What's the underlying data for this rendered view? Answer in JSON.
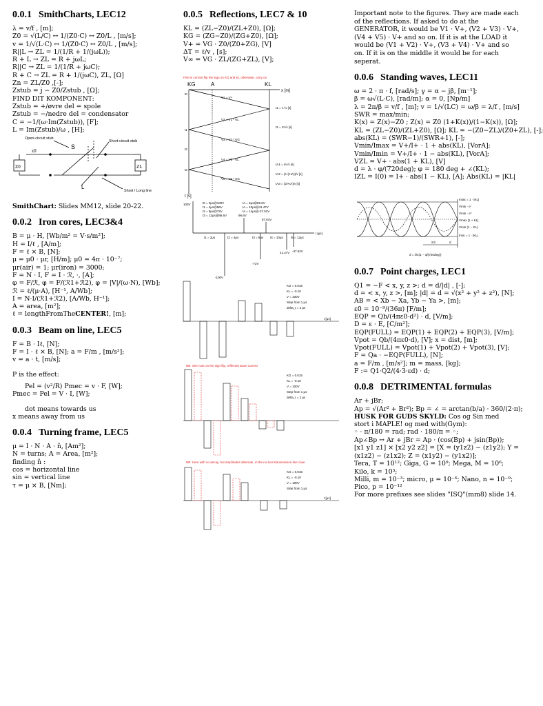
{
  "col1": {
    "s1": {
      "num": "0.0.1",
      "title": "SmithCharts, LEC12",
      "lines": [
        "λ = v/f , [m];",
        "Z0 = √(L/C) ↔ 1/(Z0·C) ↔ Z0/L , [m/s];",
        "v = 1/√(L·C) ↔ 1/(Z0·C) ↔ Z0/L , [m/s];",
        "R||L → ZL = 1/(1/R + 1/(jωL));",
        "R + L → ZL = R + jωL;",
        "R||C → ZL = 1/(1/R + jωC);",
        "R + C → ZL = R + 1/(jωC), ZL, [Ω]",
        "Zn = ZL/Z0 ,[-];",
        "Zstub = j − Z0/Zstub , [Ω];",
        "FIND DIT KOMPONENT:",
        "Zstub = +/øvre del = spole",
        "Zstub = −/nedre del = condensator",
        "C = −1/(ω·Im(Zstub)), [F];",
        "L = Im(Zstub)/ω , [H];"
      ],
      "fig": {
        "open": "Open-circuit stub",
        "short": "Short-circuit stub",
        "s": "S",
        "z0": "z0",
        "zl": "ZL",
        "z0box": "Z0",
        "l": "L",
        "shortlong": "Short / Long line"
      },
      "note_b": "SmithChart:",
      "note": " Slides MM12, slide 20-22."
    },
    "s2": {
      "num": "0.0.2",
      "title": "Iron cores, LEC3&4",
      "lines": [
        "B = μ · H, [Wb/m² = V·s/m²];",
        "H = I/ℓ , [A/m];",
        "F = ℓ × B, [N];",
        "μ = μ0 · μr, [H/m]; μ0 = 4π · 10⁻⁷;",
        "μr(air) = 1; μr(iron) = 3000;",
        "F = N · I, F = I · ℛ, ·, [A];",
        "φ = F/ℛ, φ = F/(ℛ1+ℛ2), φ = |V|/(ω·N), [Wb];",
        "ℛ = ℓ/(μ·A), [H⁻¹, A/Wb];",
        "I = N·I/(ℛ1+ℛ2), [A/Wb, H⁻¹];",
        "A = area, [m²];",
        "ℓ = lengthFromThe",
        "CENTER!",
        ", [m];"
      ]
    },
    "s3": {
      "num": "0.0.3",
      "title": "Beam on line, LEC5",
      "lines": [
        "F = B · Iℓ, [N];",
        "F = I · ℓ × B, [N]; a = F/m , [m/s²];",
        "v = a · t, [m/s];"
      ],
      "p_effect": "P is the effect:",
      "eq1": "Pel = (v²/R) Pmec = v · F, [W];",
      "eq2": "Pmec = Pel = V · I, [W];",
      "dot": "dot means towards us",
      "x": "x means away from us"
    },
    "s4": {
      "num": "0.0.4",
      "title": "Turning frame, LEC5",
      "lines": [
        "μ = I · N · A · n̂, [Am²];",
        "N = turns; A = Area, [m²];",
        "finding n̂ :",
        "cos = horizontal line",
        "sin = vertical line",
        "τ = μ × B, [Nm];"
      ]
    }
  },
  "col2": {
    "s5": {
      "num": "0.0.5",
      "title": "Reflections, LEC7 & 10",
      "lines": [
        "KL = (ZL−Z0)/(ZL+Z0), [Ω];",
        "KG = (ZG−Z0)/(ZG+Z0), [Ω];",
        "V+ = VG · Z0/(Z0+ZG), [V]",
        "ΔT = ℓ/v , [s];",
        "V∞ = VG · ZL/(ZG+ZL), [V];"
      ],
      "fig": {
        "redtitle": "First is current flip the sign on KG and KL otherwise, carry on",
        "kg": "KG",
        "a": "A",
        "kl": "KL",
        "xm": "x [m]",
        "ts": "t [s]",
        "v1": "V1 = V+",
        "v2": "V2 = V1 * KL",
        "v3": "V3 = V2 * KG",
        "v4": "V4 = V3 * KL",
        "v5": "V5 = V4 * KG",
        "t1": "t1 = ℓ / v [s]",
        "t2": "t2 = 2ℓ /v [s]",
        "ta1": "tA1 = tA /v [s]",
        "ta2": "tA2 = (ℓ+(ℓ-tA))/v [s]",
        "ta3": "tA3 = (2ℓ+tA)/v [s]",
        "t0": "t0",
        "t1s": "t1",
        "t2s": "t2",
        "t3s": "t3",
        "t4s": "t4",
        "vlabel": "100V",
        "neg": "-100V",
        "legend_left": [
          "t0 = 0μs@100V",
          "t1 = 4μs@96V",
          "t2 = 8μs@72V",
          "t3 = 12μs@86.6V"
        ],
        "legend_right": [
          "tA = 6μs@56.6V",
          "tA = 10μs@41.47V",
          "tA = 14μs@-37.52V"
        ],
        "v969": "96.6V",
        "v876": "87.64V",
        "axis": [
          "t1 = 2μs",
          "t2 = 4μs",
          "t3 = 8μs",
          "t4 = 10μs",
          "t5 = 12μs"
        ],
        "t_us": "t [μs]",
        "bot": [
          "41.47V",
          "-37.52V",
          "-72V"
        ],
        "bar_notes": [
          "KG = 0.015",
          "KL = -0.10",
          "V = 100V",
          "Step from 1 μs",
          "delta_t = 2 μs"
        ],
        "pink1": "NB: See note on the sign flip, reflected wave current",
        "pink2": "NB: Here with no decay, but amplitudes alternate, in the no-loss transmission-line case"
      }
    }
  },
  "col3": {
    "intro": "Important note to the figures. They are made each of the reflections. If asked to do at the GENERATOR, it would be V1 · V+, (V2 + V3) · V+, (V4 + V5) · V+ and so on. If it is at the LOAD it would be (V1 + V2) · V+, (V3 + V4) · V+ and so on. If it is on the middle it would be for each seperat.",
    "s6": {
      "num": "0.0.6",
      "title": "Standing waves, LEC11",
      "lines": [
        "ω = 2 · π · f, [rad/s]; γ = α − jβ, [m⁻¹];",
        "β = ω√(L·C), [rad/m]; α = 0, [Np/m]",
        "λ = 2π/β = v/f , [m]; v = 1/√(LC) = ω/β = λ/f , [m/s]",
        "SWR = max/min;",
        "K(x) = Z(x)−Z0 ; Z(x) = Z0 (1+K(x))/(1−K(x)), [Ω];",
        "KL = (ZL−Z0)/(ZL+Z0), [Ω]; KL = −(Z0−ZL)/(Z0+ZL), [-];",
        "abs(KL) = (SWR−1)/(SWR+1), [-];",
        "Vmin/Imax = V+/I+ · 1 + abs(KL), [VorA];",
        "Vmin/Imin = V+/I+ · 1 − abs(KL), [VorA];",
        "VZL = V+ · abs(1 + KL), [V]",
        "d = λ · φ/(720deg); φ = 180 deg + ∠(KL);",
        "IZL = I(0) = I+ · abs(1 − KL), [A]; Abs(KL) = |KL|"
      ],
      "fig": {
        "l1": "Imax = 1 · |KL|",
        "l2": "Vmin · e⁻",
        "l3": "Vmin · e⁺",
        "l4": "Vmax [1 + KL]",
        "l5": "Vmin (1 − KL)",
        "l6": "Imin = 1 · |KL|",
        "lam": "λ/2",
        "d": "d",
        "dl": "d = λ/4(1 − φ/(720deg))"
      }
    },
    "s7": {
      "num": "0.0.7",
      "title": "Point charges, LEC1",
      "lines": [
        "Q1 = −F < x, y, z >; d = d/|d| , [-];",
        "d = < x, y, z >, [m]; |d| = d = √(x² + y² + z²), [N];",
        "AB = < Xb − Xa, Yb − Ya >, [m];",
        "ε0 = 10⁻⁹/(36π) [F/m];",
        "EQP = Qb/(4πε0·d²) · d, [V/m];",
        "D = ε · E, [C/m²];",
        "EQP(FULL) = EQP(1) + EQP(2) + EQP(3), [V/m];",
        "Vpot = Qb/(4πε0·d), [V]; x = dist, [m];",
        "Vpot(FULL) = Vpot(1) + Vpot(2) + Vpot(3), [V];",
        "F = Qa · −EQP(FULL), [N];",
        "a = F/m , [m/s²]; m = mass, [kg];",
        "F := Q1·Q2/(4·3·εd) · d;"
      ]
    },
    "s8": {
      "num": "0.0.8",
      "title": "DETRIMENTAL formulas",
      "lines": [
        "Ar + jBr;",
        "Ap = √(Ar² + Br²); Bp = ∠ = arctan(b/a) · 360/(2·π);",
        "HUSK FOR GUDS SKYLD:",
        " Cos og Sin med",
        "stort i MAPLE! og med with(Gym):",
        "◦ · π/180 = rad; rad · 180/π = ◦;",
        "Ap∠Bp ↔ Ar + jBr = Ap · (cos(Bp) + jsin(Bp));",
        "[x1 y1 z1] × [x2 y2 z2] = [X = (y1z2) − (z1y2); Y = (x1z2) − (z1x2); Z = (x1y2) − (y1x2)];",
        "Tera, T = 10¹²; Giga, G = 10⁹; Mega, M = 10⁶;",
        "Kilo, k = 10³;",
        "Milli, m = 10⁻³; micro, μ = 10⁻⁶; Nano, n = 10⁻⁹;",
        "Pico, p = 10⁻¹²",
        "For more prefixes see slides \"ISQ\"(mm8) slide 14."
      ]
    }
  }
}
